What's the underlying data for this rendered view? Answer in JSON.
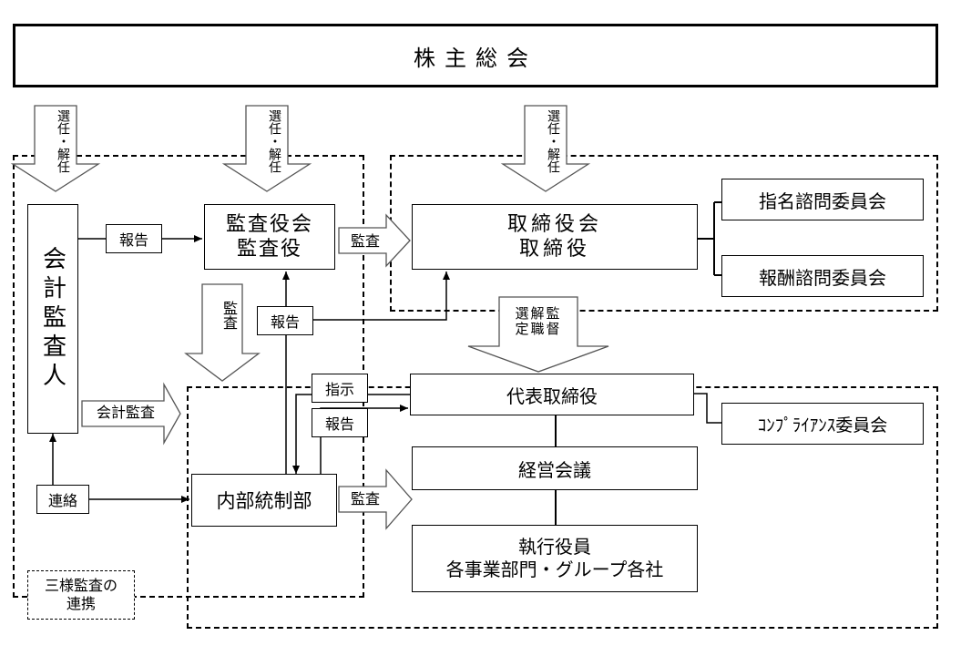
{
  "shareholders_meeting": "株主総会",
  "appoint_dismiss": "選任・解任",
  "accounting_auditor": "会計監査人",
  "audit_board": "監査役会\n監査役",
  "board": "取締役会\n取締役",
  "nomination_committee": "指名諮問委員会",
  "remuneration_committee": "報酬諮問委員会",
  "ceo": "代表取締役",
  "compliance_committee": "ｺﾝﾌﾟﾗｲｱﾝｽ委員会",
  "management_meeting": "経営会議",
  "executives": "執行役員\n各事業部門・グループ各社",
  "internal_control": "内部統制部",
  "report": "報告",
  "audit": "監査",
  "audit_vertical": "監査",
  "accounting_audit": "会計監査",
  "liaison": "連絡",
  "instruction": "指示",
  "appoint_dismiss_supervise": "選解監\n定職督",
  "three_party": "三様監査の\n連携"
}
